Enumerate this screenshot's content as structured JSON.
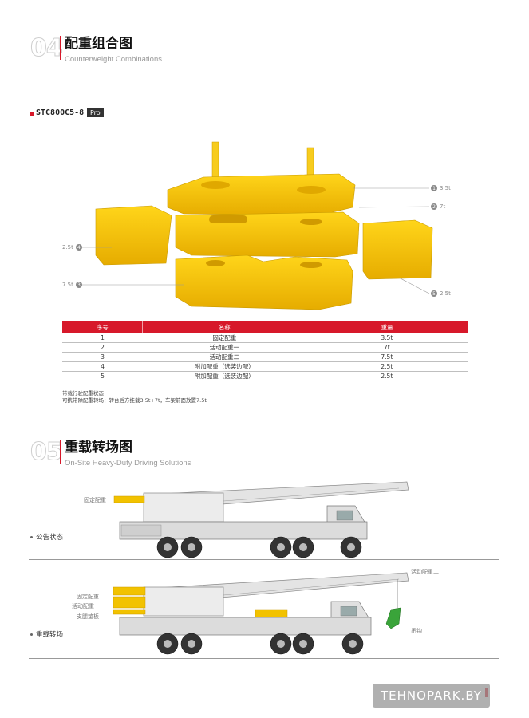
{
  "section1": {
    "number": "04",
    "title": "配重组合图",
    "subtitle": "Counterweight Combinations",
    "model": "STC800C5-8",
    "model_badge": "Pro"
  },
  "diagram_labels": {
    "label_1": "3.5t",
    "label_2": "7t",
    "label_3": "7.5t",
    "label_4": "2.5t",
    "label_5": "2.5t",
    "badge_1": "1",
    "badge_2": "2",
    "badge_3": "3",
    "badge_4": "4",
    "badge_5": "5"
  },
  "table": {
    "headers": [
      "序号",
      "名称",
      "重量"
    ],
    "rows": [
      [
        "1",
        "固定配重",
        "3.5t"
      ],
      [
        "2",
        "活动配重一",
        "7t"
      ],
      [
        "3",
        "活动配重二",
        "7.5t"
      ],
      [
        "4",
        "附加配重（选装边配）",
        "2.5t"
      ],
      [
        "5",
        "附加配重（选装边配）",
        "2.5t"
      ]
    ]
  },
  "notes": {
    "line1": "带载行驶配重状态",
    "line2": "可携带除配重转场：转台后方挂载3.5t+7t，车架前面放置7.5t"
  },
  "section2": {
    "number": "05",
    "title": "重载转场图",
    "subtitle": "On-Site Heavy-Duty Driving Solutions"
  },
  "crane1": {
    "state_label": "公告状态",
    "fixed_cw_label": "固定配重"
  },
  "crane2": {
    "state_label": "重载转场",
    "fixed_cw_label": "固定配重",
    "active_cw1_label": "活动配重一",
    "support_label": "支腿垫板",
    "active_cw2_label": "活动配重二",
    "hook_label": "吊钩"
  },
  "watermark": "TEHNOPARK.BY",
  "colors": {
    "accent": "#d7182a",
    "counterweight": "#f2c200",
    "crane_green": "#3aa43a"
  }
}
